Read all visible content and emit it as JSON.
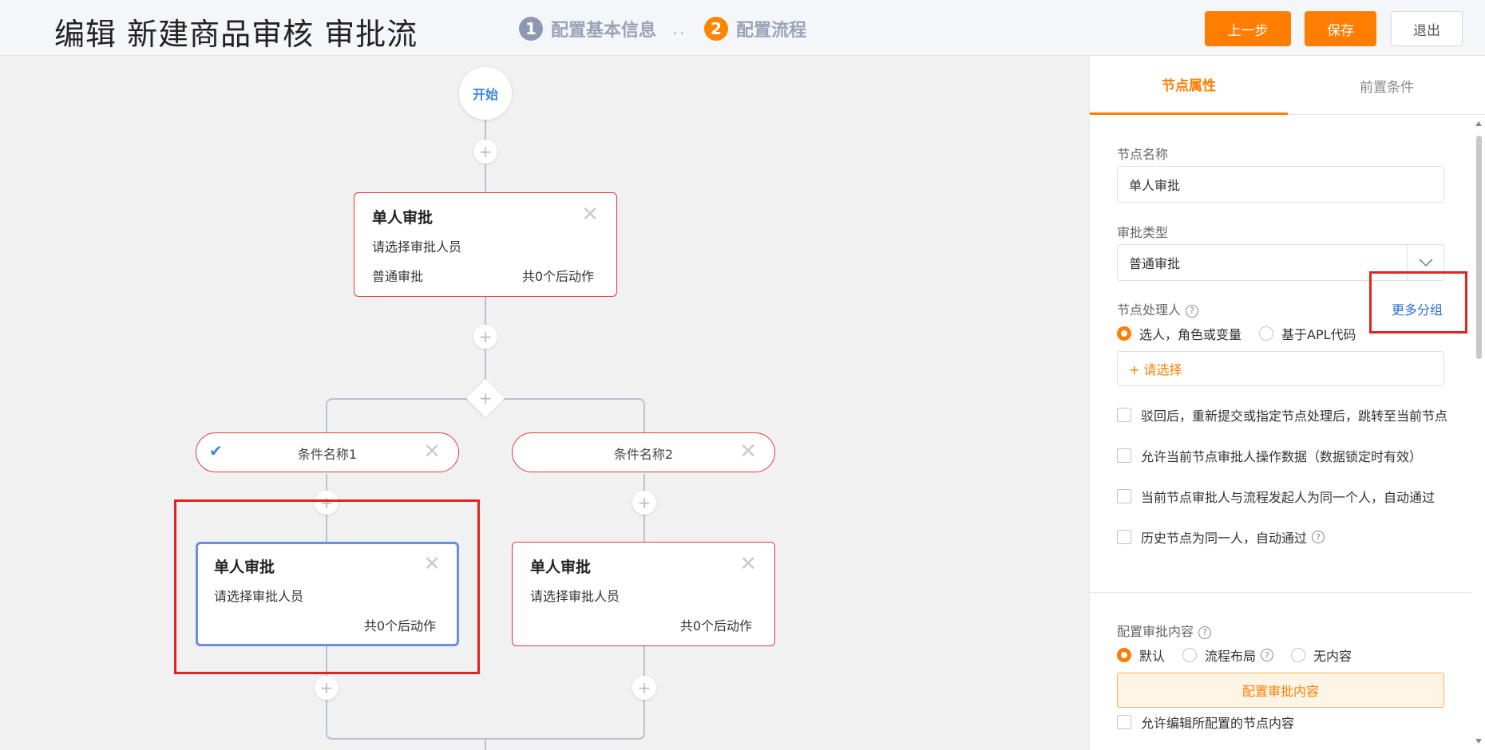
{
  "header": {
    "title": "编辑 新建商品审核 审批流",
    "steps": [
      {
        "number": "1",
        "label": "配置基本信息"
      },
      {
        "number": "2",
        "label": "配置流程"
      }
    ],
    "step_separator": "..",
    "buttons": {
      "prev": "上一步",
      "save": "保存",
      "exit": "退出"
    }
  },
  "canvas": {
    "start_label": "开始",
    "plus": "+",
    "close": "✕",
    "check": "✔",
    "top_node": {
      "title": "单人审批",
      "subtitle": "请选择审批人员",
      "type": "普通审批",
      "actions": "共0个后动作"
    },
    "conditions": [
      {
        "name": "条件名称1"
      },
      {
        "name": "条件名称2"
      }
    ],
    "branch_nodes": [
      {
        "title": "单人审批",
        "subtitle": "请选择审批人员",
        "actions": "共0个后动作"
      },
      {
        "title": "单人审批",
        "subtitle": "请选择审批人员",
        "actions": "共0个后动作"
      }
    ]
  },
  "panel": {
    "tabs": [
      {
        "label": "节点属性",
        "active": true
      },
      {
        "label": "前置条件",
        "active": false
      }
    ],
    "node_name": {
      "label": "节点名称",
      "value": "单人审批"
    },
    "approval_type": {
      "label": "审批类型",
      "value": "普通审批"
    },
    "handler": {
      "label": "节点处理人",
      "more_group_link": "更多分组",
      "options": [
        {
          "label": "选人，角色或变量",
          "checked": true
        },
        {
          "label": "基于APL代码",
          "checked": false
        }
      ],
      "select_placeholder": "+ 请选择"
    },
    "checkboxes": [
      "驳回后，重新提交或指定节点处理后，跳转至当前节点",
      "允许当前节点审批人操作数据（数据锁定时有效）",
      "当前节点审批人与流程发起人为同一个人，自动通过",
      "历史节点为同一人，自动通过"
    ],
    "approval_content": {
      "label": "配置审批内容",
      "options": [
        {
          "label": "默认",
          "checked": true
        },
        {
          "label": "流程布局",
          "checked": false
        },
        {
          "label": "无内容",
          "checked": false
        }
      ],
      "config_button": "配置审批内容",
      "allow_edit": "允许编辑所配置的节点内容"
    },
    "help_glyph": "?"
  },
  "colors": {
    "accent": "#ff7d00",
    "link": "#2d6fd6",
    "highlight": "#e3231d",
    "node_border": "#e5383b",
    "selected_border": "#6b8fd8"
  }
}
